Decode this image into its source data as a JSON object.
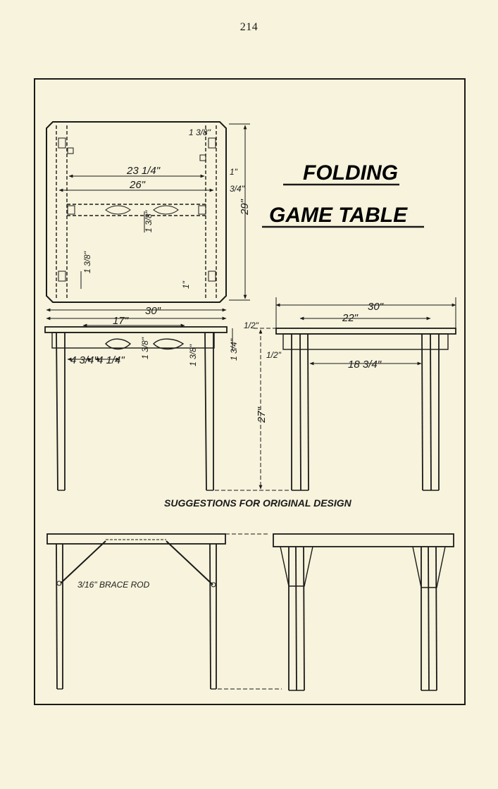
{
  "page_number": "214",
  "title_line1": "FOLDING",
  "title_line2": "GAME TABLE",
  "caption": "SUGGESTIONS FOR ORIGINAL DESIGN",
  "top_view": {
    "dim_overall_width": "30\"",
    "dim_overall_height": "29\"",
    "dim_inner_23": "23 1/4\"",
    "dim_inner_26": "26\"",
    "dim_1_3_8_top": "1 3/8\"",
    "dim_1_in": "1\"",
    "dim_3_4": "3/4\"",
    "dim_1_3_8_center": "1 3/8\"",
    "dim_1_3_8_left": "1 3/8\"",
    "dim_1_bottom": "1\""
  },
  "front_view": {
    "dim_30": "30\"",
    "dim_17": "17\"",
    "dim_4_3_4": "4 3/4\"",
    "dim_4_1_4": "4 1/4\"",
    "dim_1_3_8_a": "1 3/8\"",
    "dim_1_3_8_b": "1 3/8\"",
    "dim_1_3_4": "1 3/4\"",
    "dim_1_2_top": "1/2\"",
    "dim_1_2_side": "1/2\"",
    "dim_27": "27\""
  },
  "side_view": {
    "dim_30": "30\"",
    "dim_22": "22\"",
    "dim_18_3_4": "18 3/4\""
  },
  "alt_design": {
    "brace_label": "3/16\" BRACE ROD"
  }
}
